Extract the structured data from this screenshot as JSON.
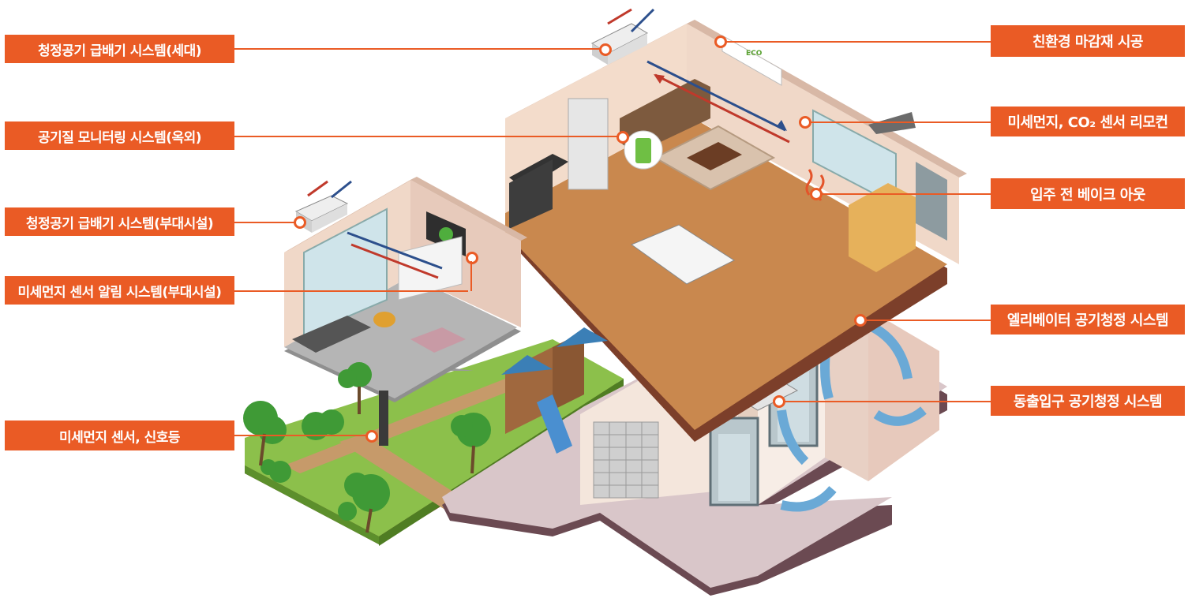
{
  "labels_left": [
    {
      "id": "ventilation-unit",
      "text": "청정공기 급배기 시스템(세대)"
    },
    {
      "id": "outdoor-monitoring",
      "text": "공기질 모니터링 시스템(옥외)"
    },
    {
      "id": "ventilation-amenity",
      "text": "청정공기 급배기 시스템(부대시설)"
    },
    {
      "id": "dust-alarm-amenity",
      "text": "미세먼지 센서 알림 시스템(부대시설)"
    },
    {
      "id": "dust-signal",
      "text": "미세먼지 센서, 신호등"
    }
  ],
  "labels_right": [
    {
      "id": "eco-finish",
      "text": "친환경 마감재 시공"
    },
    {
      "id": "dust-co2-remote",
      "text": "미세먼지, CO₂ 센서 리모컨"
    },
    {
      "id": "bake-out",
      "text": "입주 전 베이크 아웃"
    },
    {
      "id": "elevator-air",
      "text": "엘리베이터 공기청정 시스템"
    },
    {
      "id": "lobby-air",
      "text": "동출입구 공기청정 시스템"
    }
  ],
  "illustration": {
    "eco_tag": "ECO"
  },
  "colors": {
    "accent": "#ea5b25",
    "wall": "#efd9c8",
    "floor_wood": "#c9884e",
    "floor_lobby": "#d9c6c9",
    "lawn": "#8cc04b",
    "base_edge": "#6b4a52"
  }
}
